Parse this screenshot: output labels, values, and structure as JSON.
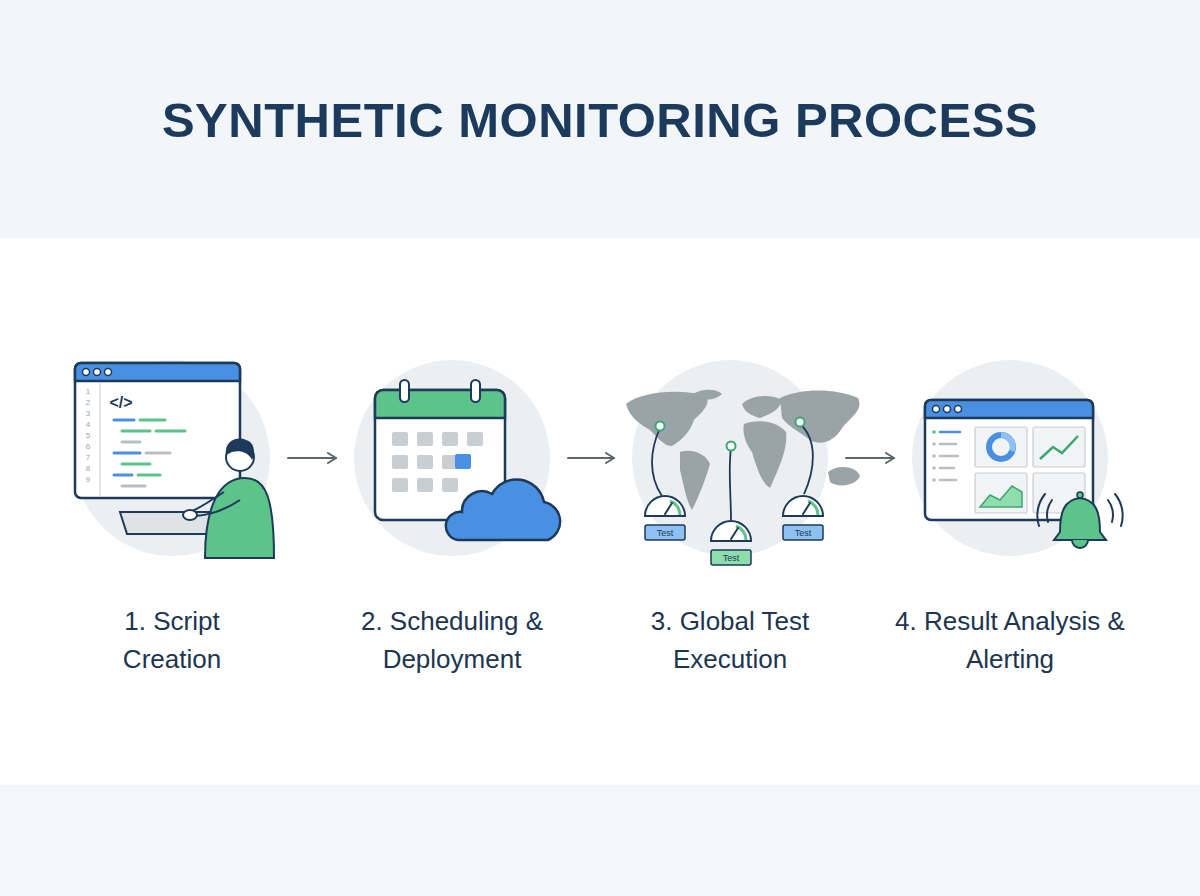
{
  "diagram": {
    "title": "SYNTHETIC MONITORING PROCESS",
    "nodes": [
      {
        "text": [
          "1. Script Creation"
        ]
      },
      {
        "text": [
          "2. Scheduling & Deployment"
        ]
      },
      {
        "text": [
          "3. Global Test Execution"
        ]
      },
      {
        "text": [
          "4. Result Analysis & Alerting"
        ]
      }
    ],
    "edges": [
      {
        "from": 0,
        "to": 1,
        "arrow": "to"
      },
      {
        "from": 1,
        "to": 2,
        "arrow": "to"
      },
      {
        "from": 2,
        "to": 3,
        "arrow": "to"
      }
    ],
    "labels": [
      "</>",
      "1",
      "2",
      "3",
      "4",
      "5",
      "6",
      "7",
      "8",
      "9",
      "Test",
      "Test",
      "Test"
    ]
  }
}
